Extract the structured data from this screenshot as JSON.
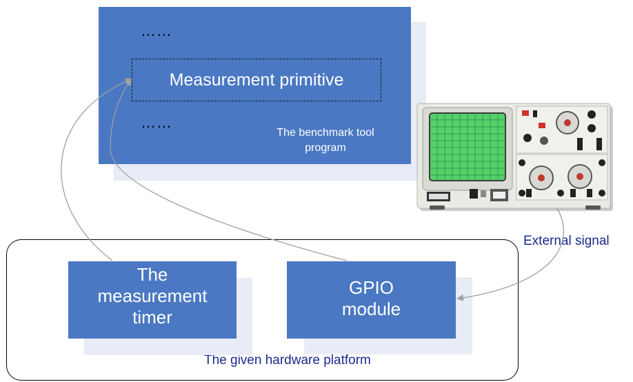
{
  "program": {
    "dots_top": "……",
    "dots_bottom": "……",
    "primitive": "Measurement primitive",
    "label_line1": "The benchmark tool",
    "label_line2": "program"
  },
  "hardware": {
    "label": "The given hardware platform",
    "timer_line1": "The",
    "timer_line2": "measurement",
    "timer_line3": "timer",
    "gpio_line1": "GPIO",
    "gpio_line2": "module"
  },
  "external_signal": "External signal",
  "colors": {
    "module_blue": "#4a78c2",
    "shadow": "#e8ecf6",
    "label_dark_blue": "#1a2a8c",
    "arrow_gray": "#a0a0a0"
  },
  "icons": [
    "oscilloscope-icon"
  ]
}
